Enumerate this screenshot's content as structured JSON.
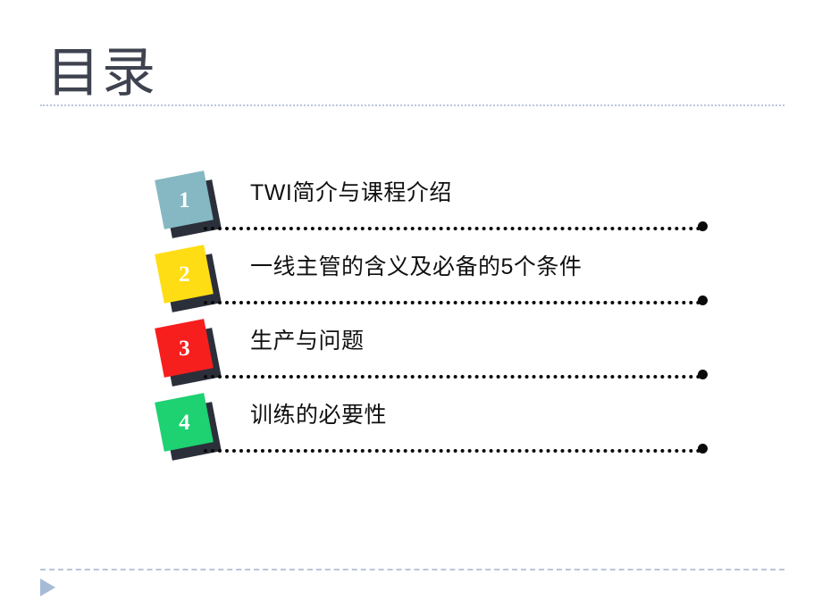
{
  "slide": {
    "title": "目录",
    "title_color": "#3f4350",
    "background": "#ffffff",
    "rule_color": "#bac6dc",
    "footer_arrow_color": "#a6bbd6",
    "dot_color": "#0a0a0a",
    "shadow_color": "#2b2f3a"
  },
  "toc": {
    "items": [
      {
        "number": "1",
        "label": "TWI简介与课程介绍",
        "color": "#85b8c2"
      },
      {
        "number": "2",
        "label": "一线主管的含义及必备的5个条件",
        "color": "#ffdd14"
      },
      {
        "number": "3",
        "label": "生产与问题",
        "color": "#f71e1e"
      },
      {
        "number": "4",
        "label": "训练的必要性",
        "color": "#1ed171"
      }
    ]
  },
  "footer": {
    "arrow_icon": "play-triangle-icon"
  }
}
